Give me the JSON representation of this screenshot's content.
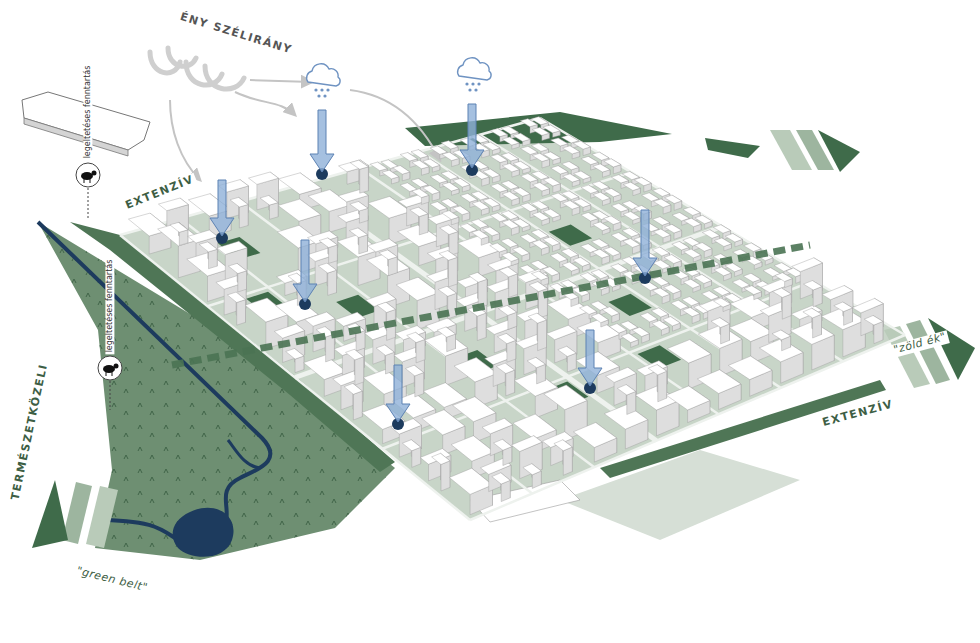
{
  "diagram": {
    "labels": [
      "ÉNY SZÉLIRÁNY",
      "EXTENZÍV",
      "legeltetéses fenntartás",
      "legeltetéses fenntartás",
      "TERMÉSZETKÖZELI",
      "\"green belt\"",
      "\"zöld ék\"",
      "EXTENZÍV"
    ]
  }
}
